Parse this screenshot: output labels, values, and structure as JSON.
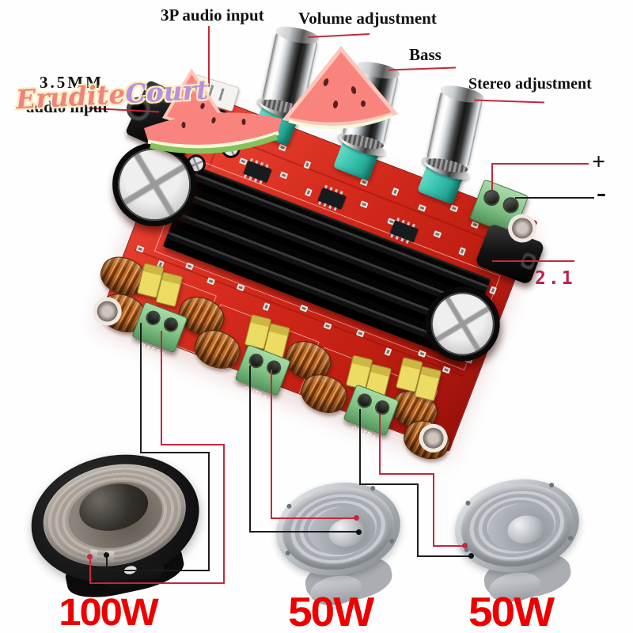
{
  "watermark": {
    "part1": "Erudite",
    "part2": "Court"
  },
  "annotations": {
    "jack35_line1": "3.5MM",
    "jack35_line2": "audio input",
    "input3p": "3P audio input",
    "volume": "Volume adjustment",
    "bass": "Bass",
    "stereo": "Stereo adjustment",
    "power_plus": "+",
    "power_minus": "-",
    "dc_size": "2.1"
  },
  "board_silkscreen": {
    "bass_terminal": "-BASS+",
    "left_terminal": "-OUTL+",
    "right_terminal": "-OUTR+"
  },
  "speakers": {
    "sub_power": "100W",
    "left_power": "50W",
    "right_power": "50W"
  },
  "colors": {
    "annotation_line_red": "#c5283c",
    "power_text_red": "#ec0000",
    "dc_label_crimson": "#c2204e",
    "pcb_red": "#d6261c",
    "knob_teal": "#35c0ae",
    "terminal_green": "#7ec183",
    "heatsink_black": "#111111",
    "coil_copper": "#c87a36",
    "watermark_pink": "#f0837f",
    "watermark_purple": "#bb8fdc"
  }
}
